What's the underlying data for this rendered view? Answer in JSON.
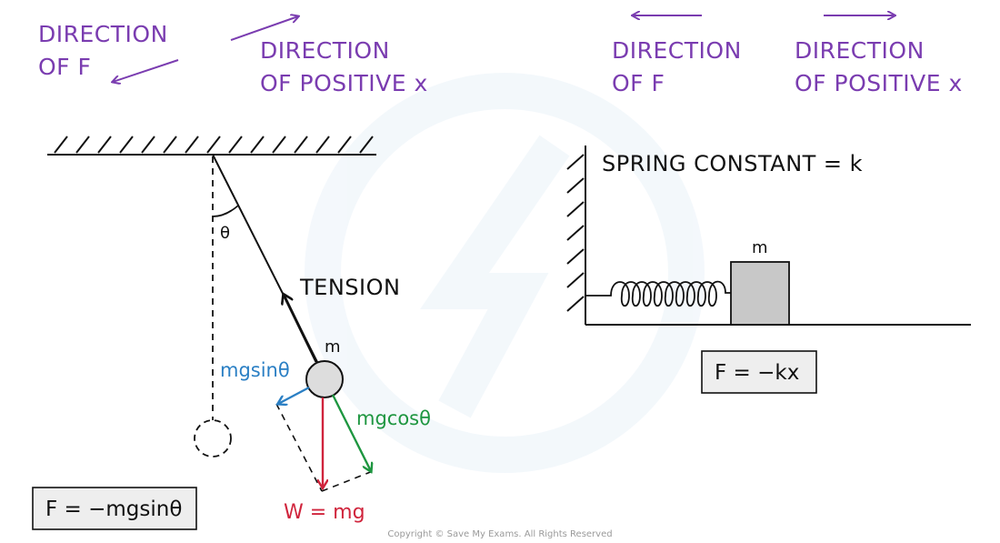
{
  "colors": {
    "purple": "#7a3cb0",
    "blue": "#2a7fc4",
    "green": "#1e9640",
    "red": "#d0243c",
    "box_fill": "#eeeeee",
    "mass_fill": "#c8c8c8",
    "bob_fill": "#dddddd"
  },
  "pendulum": {
    "dir_f_line1": "DIRECTION",
    "dir_f_line2": "OF F",
    "dir_x_line1": "DIRECTION",
    "dir_x_line2": "OF POSITIVE x",
    "angle_label": "θ",
    "tension_label": "TENSION",
    "mass_label": "m",
    "component_sin": "mgsinθ",
    "component_cos": "mgcosθ",
    "weight_label": "W = mg",
    "force_equation": "F = −mgsinθ"
  },
  "spring": {
    "dir_f_line1": "DIRECTION",
    "dir_f_line2": "OF F",
    "dir_x_line1": "DIRECTION",
    "dir_x_line2": "OF POSITIVE x",
    "constant_label": "SPRING CONSTANT = k",
    "mass_label": "m",
    "force_equation": "F = −kx"
  },
  "copyright": "Copyright © Save My Exams. All Rights Reserved"
}
